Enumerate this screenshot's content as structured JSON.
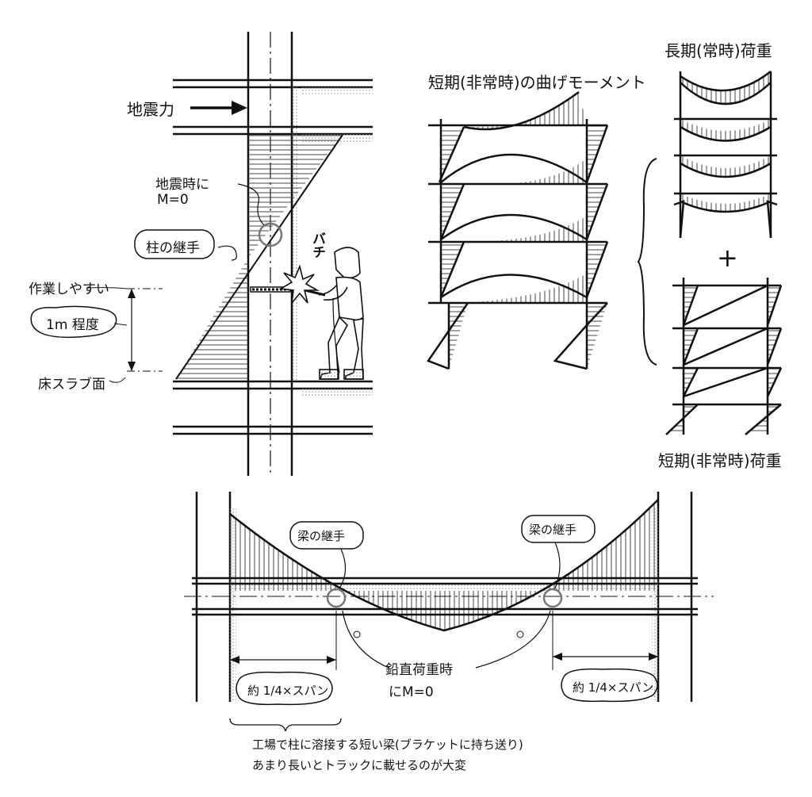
{
  "column_joint_figure": {
    "seismic_force_label": "地震力",
    "zero_moment_line1": "地震時に",
    "zero_moment_line2": "M=0",
    "column_joint_label": "柱の継手",
    "easy_work_label": "作業しやすい",
    "height_label": "1m 程度",
    "floor_slab_label": "床スラブ面",
    "spark_text": "バチ"
  },
  "frame_moment_figure": {
    "title": "短期(非常時)の曲げモーメント"
  },
  "load_combination_figure": {
    "long_term_label": "長期(常時)荷重",
    "plus_sign": "+",
    "short_term_label": "短期(非常時)荷重"
  },
  "beam_joint_figure": {
    "beam_joint_left": "梁の継手",
    "beam_joint_right": "梁の継手",
    "vertical_load_line1": "鉛直荷重時",
    "vertical_load_line2": "にM=0",
    "span_left": "約 1/4×スパン",
    "span_right": "約 1/4×スパン",
    "note_line1": "工場で柱に溶接する短い梁(ブラケットに持ち送り)",
    "note_line2": "あまり長いとトラックに載せるのが大変"
  },
  "colors": {
    "ink": "#111111",
    "hatch": "#444444",
    "halftone": "#bbbbbb"
  }
}
